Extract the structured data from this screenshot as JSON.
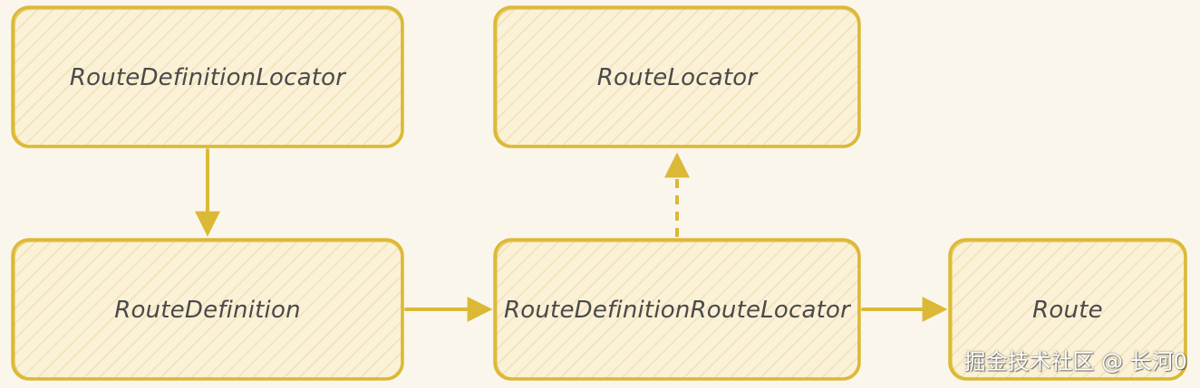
{
  "colors": {
    "background": "#fbf6ec",
    "box_fill": "#fbf1d6",
    "box_stroke": "#dbb937",
    "hatch": "#f0e1b8",
    "arrow": "#dbb937",
    "text": "#4a4a4a"
  },
  "nodes": {
    "route_definition_locator": "RouteDefinitionLocator",
    "route_locator": "RouteLocator",
    "route_definition": "RouteDefinition",
    "route_definition_route_locator": "RouteDefinitionRouteLocator",
    "route": "Route"
  },
  "edges": [
    {
      "from": "RouteDefinitionLocator",
      "to": "RouteDefinition",
      "style": "solid"
    },
    {
      "from": "RouteDefinition",
      "to": "RouteDefinitionRouteLocator",
      "style": "solid"
    },
    {
      "from": "RouteDefinitionRouteLocator",
      "to": "RouteLocator",
      "style": "dashed"
    },
    {
      "from": "RouteDefinitionRouteLocator",
      "to": "Route",
      "style": "solid"
    }
  ],
  "watermark": "掘金技术社区 @ 长河0"
}
